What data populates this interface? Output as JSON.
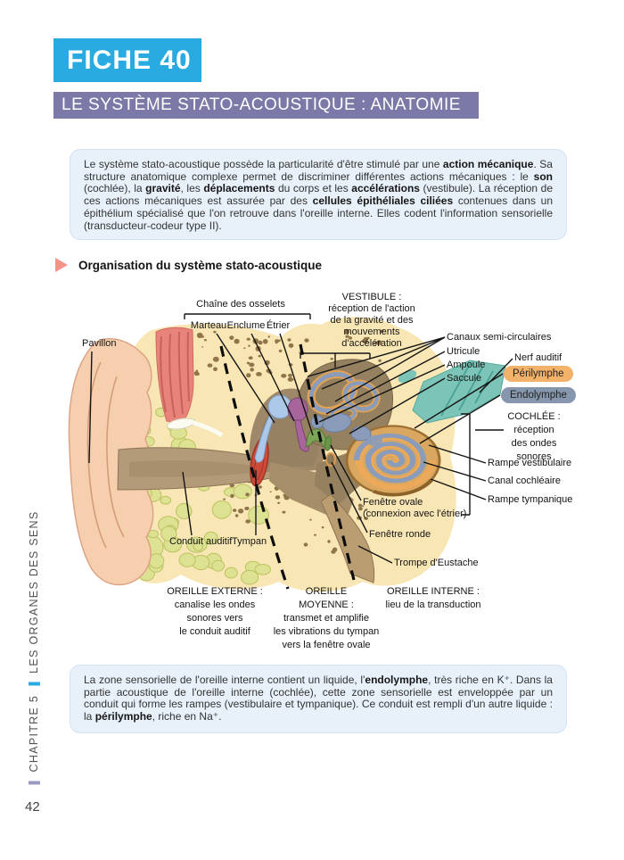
{
  "banner": {
    "fiche": "FICHE 40",
    "title": "LE SYSTÈME STATO-ACOUSTIQUE : ANATOMIE"
  },
  "intro": {
    "parts": [
      {
        "t": "Le système stato-acoustique possède la particularité d'être stimulé par une ",
        "b": 0
      },
      {
        "t": "action mécanique",
        "b": 1
      },
      {
        "t": ". Sa structure anatomique complexe permet de discriminer différentes actions mécaniques : le ",
        "b": 0
      },
      {
        "t": "son",
        "b": 1
      },
      {
        "t": " (cochlée), la ",
        "b": 0
      },
      {
        "t": "gravité",
        "b": 1
      },
      {
        "t": ", les ",
        "b": 0
      },
      {
        "t": "déplacements",
        "b": 1
      },
      {
        "t": " du corps et les ",
        "b": 0
      },
      {
        "t": "accélérations",
        "b": 1
      },
      {
        "t": " (vestibule). La réception de ces actions mécaniques est assurée par des ",
        "b": 0
      },
      {
        "t": "cellules épithéliales ciliées",
        "b": 1
      },
      {
        "t": " contenues dans un épithélium spécialisé que l'on retrouve dans l'oreille interne. Elles codent l'information sensorielle (transducteur-codeur type II).",
        "b": 0
      }
    ]
  },
  "section": {
    "heading": "Organisation du système stato-acoustique"
  },
  "diagram": {
    "labels": {
      "chaine": "Chaîne des osselets",
      "marteau": "Marteau",
      "enclume": "Enclume",
      "etrier": "Étrier",
      "vestibule": [
        "VESTIBULE :",
        "réception de l'action",
        "de la gravité et des",
        "mouvements",
        "d'accélération"
      ],
      "pavillon": "Pavillon",
      "canaux": "Canaux semi-circulaires",
      "utricule": "Utricule",
      "ampoule": "Ampoule",
      "saccule": "Saccule",
      "nerf": "Nerf auditif",
      "perilymphe": "Périlymphe",
      "endolymphe": "Endolymphe",
      "cochlee": [
        "COCHLÉE :",
        "réception",
        "des ondes",
        "sonores"
      ],
      "rampe_vest": "Rampe vestibulaire",
      "canal_coch": "Canal cochléaire",
      "rampe_tymp": "Rampe tympanique",
      "fenetre_ovale": [
        "Fenêtre ovale",
        "(connexion avec l'étrier)"
      ],
      "fenetre_ronde": "Fenêtre ronde",
      "trompe": "Trompe d'Eustache",
      "conduit": "Conduit auditif",
      "tympan": "Tympan",
      "externe": [
        "OREILLE EXTERNE :",
        "canalise les ondes",
        "sonores vers",
        "le conduit auditif"
      ],
      "moyenne": [
        "OREILLE",
        "MOYENNE :",
        "transmet et amplifie",
        "les vibrations du tympan",
        "vers la fenêtre ovale"
      ],
      "interne": [
        "OREILLE INTERNE :",
        "lieu de la transduction"
      ]
    }
  },
  "outro": {
    "parts": [
      {
        "t": "La zone sensorielle de l'oreille interne contient un liquide, l'",
        "b": 0
      },
      {
        "t": "endolymphe",
        "b": 1
      },
      {
        "t": ", très riche en K⁺. Dans la partie acoustique de l'oreille interne (cochlée), cette zone sensorielle est enveloppée par un conduit qui forme les rampes (vestibulaire et tympanique). Ce conduit est rempli d'un autre liquide : la ",
        "b": 0
      },
      {
        "t": "périlymphe",
        "b": 1
      },
      {
        "t": ", riche en Na⁺.",
        "b": 0
      }
    ]
  },
  "sidebar": {
    "chapter": "CHAPITRE 5",
    "section": "LES ORGANES DES SENS"
  },
  "page": {
    "number": "42"
  },
  "colors": {
    "accent_cyan": "#29abe2",
    "accent_purple": "#7b79a8",
    "info_box_bg": "#e8f1fa",
    "heading_arrow": "#f2938a",
    "perilymphe_bg": "#f3b269",
    "endolymphe_bg": "#8697ad"
  }
}
